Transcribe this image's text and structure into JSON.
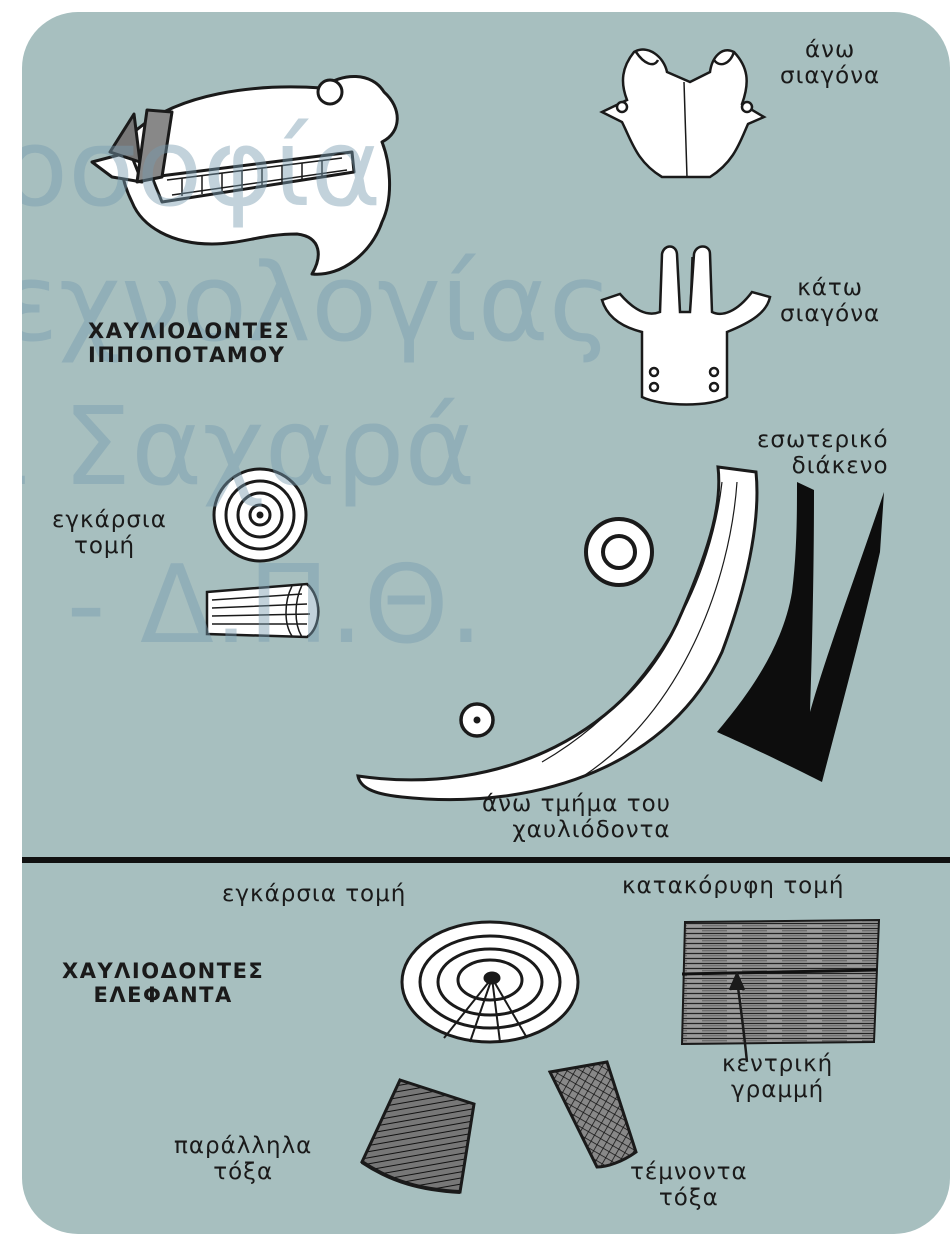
{
  "hippo": {
    "title_line1": "ΧΑΥΛΙΟΔΟΝΤΕΣ",
    "title_line2": "ΙΠΠΟΠΟΤΑΜΟΥ",
    "upper_jaw_line1": "άνω",
    "upper_jaw_line2": "σιαγόνα",
    "lower_jaw_line1": "κάτω",
    "lower_jaw_line2": "σιαγόνα",
    "cross_section_line1": "εγκάρσια",
    "cross_section_line2": "τομή",
    "inner_gap_line1": "εσωτερικό",
    "inner_gap_line2": "διάκενο",
    "tusk_part_line1": "άνω τμήμα του",
    "tusk_part_line2": "χαυλιόδοντα"
  },
  "elephant": {
    "title_line1": "ΧΑΥΛΙΟΔΟΝΤΕΣ",
    "title_line2": "ΕΛΕΦΑΝΤΑ",
    "cross_section": "εγκάρσια τομή",
    "vertical_section": "κατακόρυφη τομή",
    "central_line_line1": "κεντρική",
    "central_line_line2": "γραμμή",
    "parallel_arcs_line1": "παράλληλα",
    "parallel_arcs_line2": "τόξα",
    "crossing_arcs_line1": "τέμνοντα",
    "crossing_arcs_line2": "τόξα"
  },
  "watermark": {
    "line1": "οσοφία",
    "line2": "εχνολογίας",
    "line3": "ι Σαχαρά",
    "line4": ". - Δ.Π.Θ."
  },
  "colors": {
    "panel": "#a7bfbf",
    "ink": "#1a1a1a",
    "bone": "#ffffff"
  }
}
